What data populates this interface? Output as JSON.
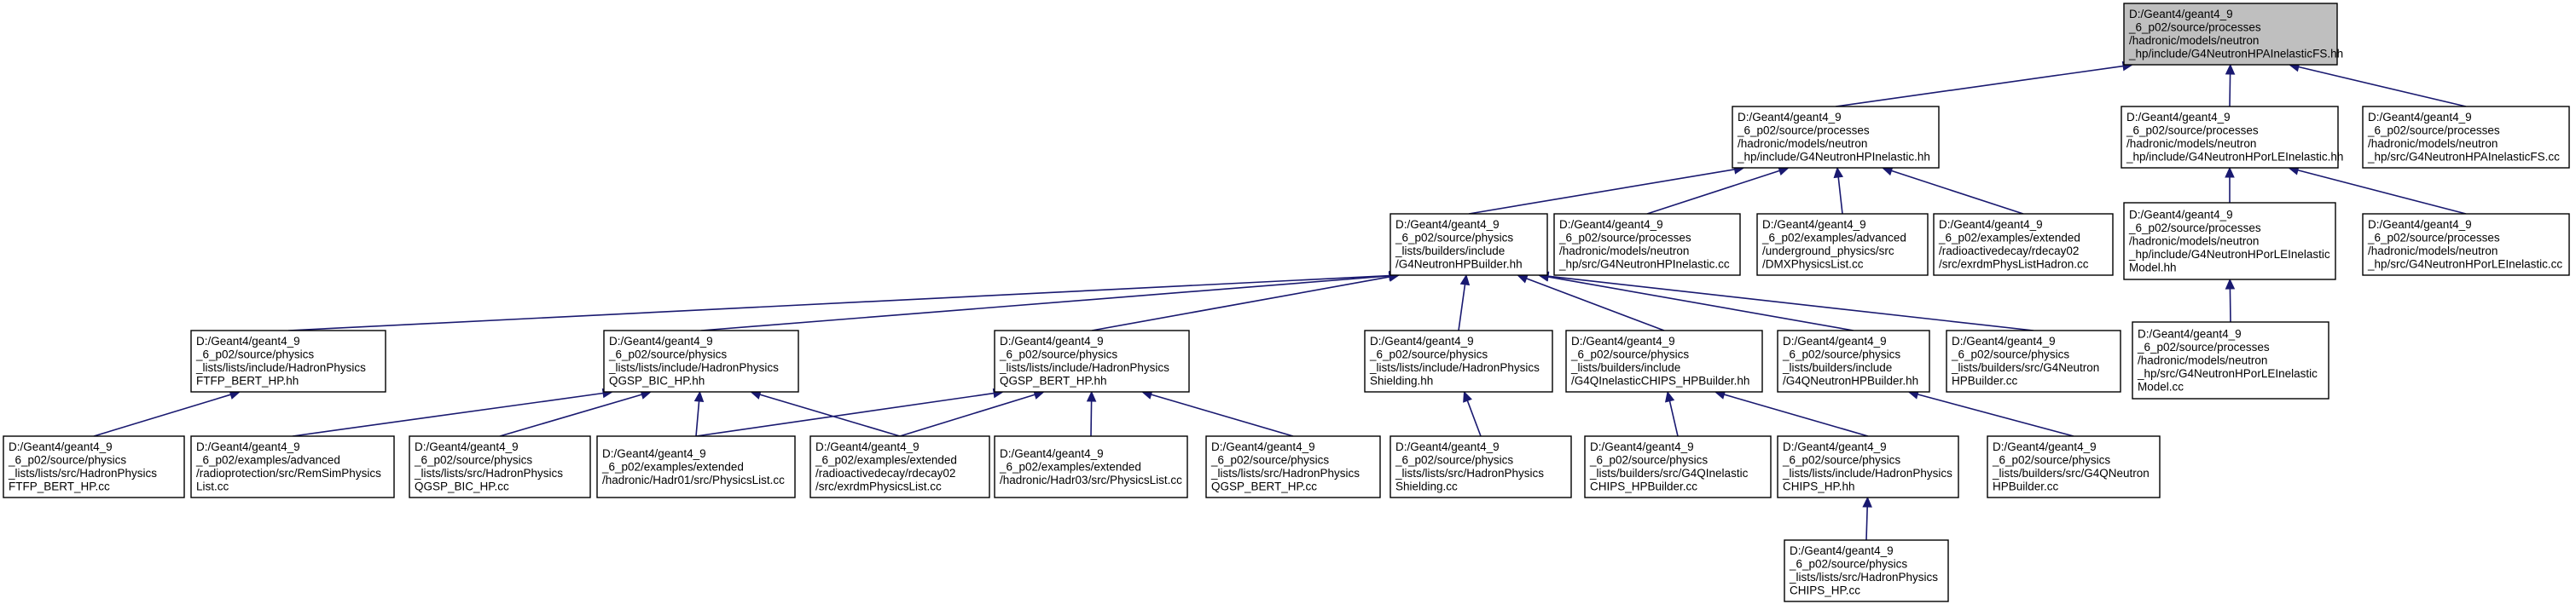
{
  "nodes": [
    {
      "id": "root",
      "lines": [
        "D:/Geant4/geant4_9",
        "_6_p02/source/processes",
        "/hadronic/models/neutron",
        "_hp/include/G4NeutronHPAInelasticFS.hh"
      ],
      "highlight": true
    },
    {
      "id": "hpinelastic_hh",
      "lines": [
        "D:/Geant4/geant4_9",
        "_6_p02/source/processes",
        "/hadronic/models/neutron",
        "_hp/include/G4NeutronHPInelastic.hh"
      ]
    },
    {
      "id": "hporle_hh",
      "lines": [
        "D:/Geant4/geant4_9",
        "_6_p02/source/processes",
        "/hadronic/models/neutron",
        "_hp/include/G4NeutronHPorLEInelastic.hh"
      ]
    },
    {
      "id": "hpainelasticfs_cc",
      "lines": [
        "D:/Geant4/geant4_9",
        "_6_p02/source/processes",
        "/hadronic/models/neutron",
        "_hp/src/G4NeutronHPAInelasticFS.cc"
      ]
    },
    {
      "id": "hpbuilder_hh",
      "lines": [
        "D:/Geant4/geant4_9",
        "_6_p02/source/physics",
        "_lists/builders/include",
        "/G4NeutronHPBuilder.hh"
      ]
    },
    {
      "id": "hpinelastic_cc",
      "lines": [
        "D:/Geant4/geant4_9",
        "_6_p02/source/processes",
        "/hadronic/models/neutron",
        "_hp/src/G4NeutronHPInelastic.cc"
      ]
    },
    {
      "id": "dmx_physlist",
      "lines": [
        "D:/Geant4/geant4_9",
        "_6_p02/examples/advanced",
        "/underground_physics/src",
        "/DMXPhysicsList.cc"
      ]
    },
    {
      "id": "exrdm_hadron",
      "lines": [
        "D:/Geant4/geant4_9",
        "_6_p02/examples/extended",
        "/radioactivedecay/rdecay02",
        "/src/exrdmPhysListHadron.cc"
      ]
    },
    {
      "id": "hporle_model_hh",
      "lines": [
        "D:/Geant4/geant4_9",
        "_6_p02/source/processes",
        "/hadronic/models/neutron",
        "_hp/include/G4NeutronHPorLEInelastic",
        "Model.hh"
      ]
    },
    {
      "id": "hporle_cc",
      "lines": [
        "D:/Geant4/geant4_9",
        "_6_p02/source/processes",
        "/hadronic/models/neutron",
        "_hp/src/G4NeutronHPorLEInelastic.cc"
      ]
    },
    {
      "id": "ftfp_bert_hp_hh",
      "lines": [
        "D:/Geant4/geant4_9",
        "_6_p02/source/physics",
        "_lists/lists/include/HadronPhysics",
        "FTFP_BERT_HP.hh"
      ]
    },
    {
      "id": "qgsp_bic_hp_hh",
      "lines": [
        "D:/Geant4/geant4_9",
        "_6_p02/source/physics",
        "_lists/lists/include/HadronPhysics",
        "QGSP_BIC_HP.hh"
      ]
    },
    {
      "id": "qgsp_bert_hp_hh",
      "lines": [
        "D:/Geant4/geant4_9",
        "_6_p02/source/physics",
        "_lists/lists/include/HadronPhysics",
        "QGSP_BERT_HP.hh"
      ]
    },
    {
      "id": "shielding_hh",
      "lines": [
        "D:/Geant4/geant4_9",
        "_6_p02/source/physics",
        "_lists/lists/include/HadronPhysics",
        "Shielding.hh"
      ]
    },
    {
      "id": "chips_hpbuilder_hh",
      "lines": [
        "D:/Geant4/geant4_9",
        "_6_p02/source/physics",
        "_lists/builders/include",
        "/G4QInelasticCHIPS_HPBuilder.hh"
      ]
    },
    {
      "id": "qneutronhp_hh",
      "lines": [
        "D:/Geant4/geant4_9",
        "_6_p02/source/physics",
        "_lists/builders/include",
        "/G4QNeutronHPBuilder.hh"
      ]
    },
    {
      "id": "neutronhpbuilder_cc",
      "lines": [
        "D:/Geant4/geant4_9",
        "_6_p02/source/physics",
        "_lists/builders/src/G4Neutron",
        "HPBuilder.cc"
      ]
    },
    {
      "id": "hporle_model_cc",
      "lines": [
        "D:/Geant4/geant4_9",
        "_6_p02/source/processes",
        "/hadronic/models/neutron",
        "_hp/src/G4NeutronHPorLEInelastic",
        "Model.cc"
      ]
    },
    {
      "id": "ftfp_bert_hp_cc",
      "lines": [
        "D:/Geant4/geant4_9",
        "_6_p02/source/physics",
        "_lists/lists/src/HadronPhysics",
        "FTFP_BERT_HP.cc"
      ]
    },
    {
      "id": "remsim",
      "lines": [
        "D:/Geant4/geant4_9",
        "_6_p02/examples/advanced",
        "/radioprotection/src/RemSimPhysics",
        "List.cc"
      ]
    },
    {
      "id": "qgsp_bic_hp_cc",
      "lines": [
        "D:/Geant4/geant4_9",
        "_6_p02/source/physics",
        "_lists/lists/src/HadronPhysics",
        "QGSP_BIC_HP.cc"
      ]
    },
    {
      "id": "hadr01",
      "lines": [
        "D:/Geant4/geant4_9",
        "_6_p02/examples/extended",
        "/hadronic/Hadr01/src/PhysicsList.cc"
      ]
    },
    {
      "id": "exrdm_physlist",
      "lines": [
        "D:/Geant4/geant4_9",
        "_6_p02/examples/extended",
        "/radioactivedecay/rdecay02",
        "/src/exrdmPhysicsList.cc"
      ]
    },
    {
      "id": "hadr03",
      "lines": [
        "D:/Geant4/geant4_9",
        "_6_p02/examples/extended",
        "/hadronic/Hadr03/src/PhysicsList.cc"
      ]
    },
    {
      "id": "qgsp_bert_hp_cc",
      "lines": [
        "D:/Geant4/geant4_9",
        "_6_p02/source/physics",
        "_lists/lists/src/HadronPhysics",
        "QGSP_BERT_HP.cc"
      ]
    },
    {
      "id": "shielding_cc",
      "lines": [
        "D:/Geant4/geant4_9",
        "_6_p02/source/physics",
        "_lists/lists/src/HadronPhysics",
        "Shielding.cc"
      ]
    },
    {
      "id": "chips_hpbuilder_cc",
      "lines": [
        "D:/Geant4/geant4_9",
        "_6_p02/source/physics",
        "_lists/builders/src/G4QInelastic",
        "CHIPS_HPBuilder.cc"
      ]
    },
    {
      "id": "chips_hp_hh",
      "lines": [
        "D:/Geant4/geant4_9",
        "_6_p02/source/physics",
        "_lists/lists/include/HadronPhysics",
        "CHIPS_HP.hh"
      ]
    },
    {
      "id": "qneutronhp_cc",
      "lines": [
        "D:/Geant4/geant4_9",
        "_6_p02/source/physics",
        "_lists/builders/src/G4QNeutron",
        "HPBuilder.cc"
      ]
    },
    {
      "id": "chips_hp_cc",
      "lines": [
        "D:/Geant4/geant4_9",
        "_6_p02/source/physics",
        "_lists/lists/src/HadronPhysics",
        "CHIPS_HP.cc"
      ]
    }
  ],
  "edges": [
    [
      "hpinelastic_hh",
      "root"
    ],
    [
      "hporle_hh",
      "root"
    ],
    [
      "hpainelasticfs_cc",
      "root"
    ],
    [
      "hpbuilder_hh",
      "hpinelastic_hh"
    ],
    [
      "hpinelastic_cc",
      "hpinelastic_hh"
    ],
    [
      "dmx_physlist",
      "hpinelastic_hh"
    ],
    [
      "exrdm_hadron",
      "hpinelastic_hh"
    ],
    [
      "hporle_model_hh",
      "hporle_hh"
    ],
    [
      "hporle_cc",
      "hporle_hh"
    ],
    [
      "hporle_model_cc",
      "hporle_model_hh"
    ],
    [
      "ftfp_bert_hp_hh",
      "hpbuilder_hh"
    ],
    [
      "qgsp_bic_hp_hh",
      "hpbuilder_hh"
    ],
    [
      "qgsp_bert_hp_hh",
      "hpbuilder_hh"
    ],
    [
      "shielding_hh",
      "hpbuilder_hh"
    ],
    [
      "chips_hpbuilder_hh",
      "hpbuilder_hh"
    ],
    [
      "qneutronhp_hh",
      "hpbuilder_hh"
    ],
    [
      "neutronhpbuilder_cc",
      "hpbuilder_hh"
    ],
    [
      "ftfp_bert_hp_cc",
      "ftfp_bert_hp_hh"
    ],
    [
      "remsim",
      "qgsp_bic_hp_hh"
    ],
    [
      "qgsp_bic_hp_cc",
      "qgsp_bic_hp_hh"
    ],
    [
      "hadr01",
      "qgsp_bic_hp_hh"
    ],
    [
      "exrdm_physlist",
      "qgsp_bic_hp_hh"
    ],
    [
      "hadr01",
      "qgsp_bert_hp_hh"
    ],
    [
      "exrdm_physlist",
      "qgsp_bert_hp_hh"
    ],
    [
      "hadr03",
      "qgsp_bert_hp_hh"
    ],
    [
      "qgsp_bert_hp_cc",
      "qgsp_bert_hp_hh"
    ],
    [
      "shielding_cc",
      "shielding_hh"
    ],
    [
      "chips_hpbuilder_cc",
      "chips_hpbuilder_hh"
    ],
    [
      "chips_hp_hh",
      "chips_hpbuilder_hh"
    ],
    [
      "chips_hp_cc",
      "chips_hp_hh"
    ],
    [
      "qneutronhp_cc",
      "qneutronhp_hh"
    ]
  ],
  "colors": {
    "edge": "#191970",
    "root_fill": "#bfbfbf",
    "node_fill": "#ffffff",
    "border": "#000000"
  }
}
